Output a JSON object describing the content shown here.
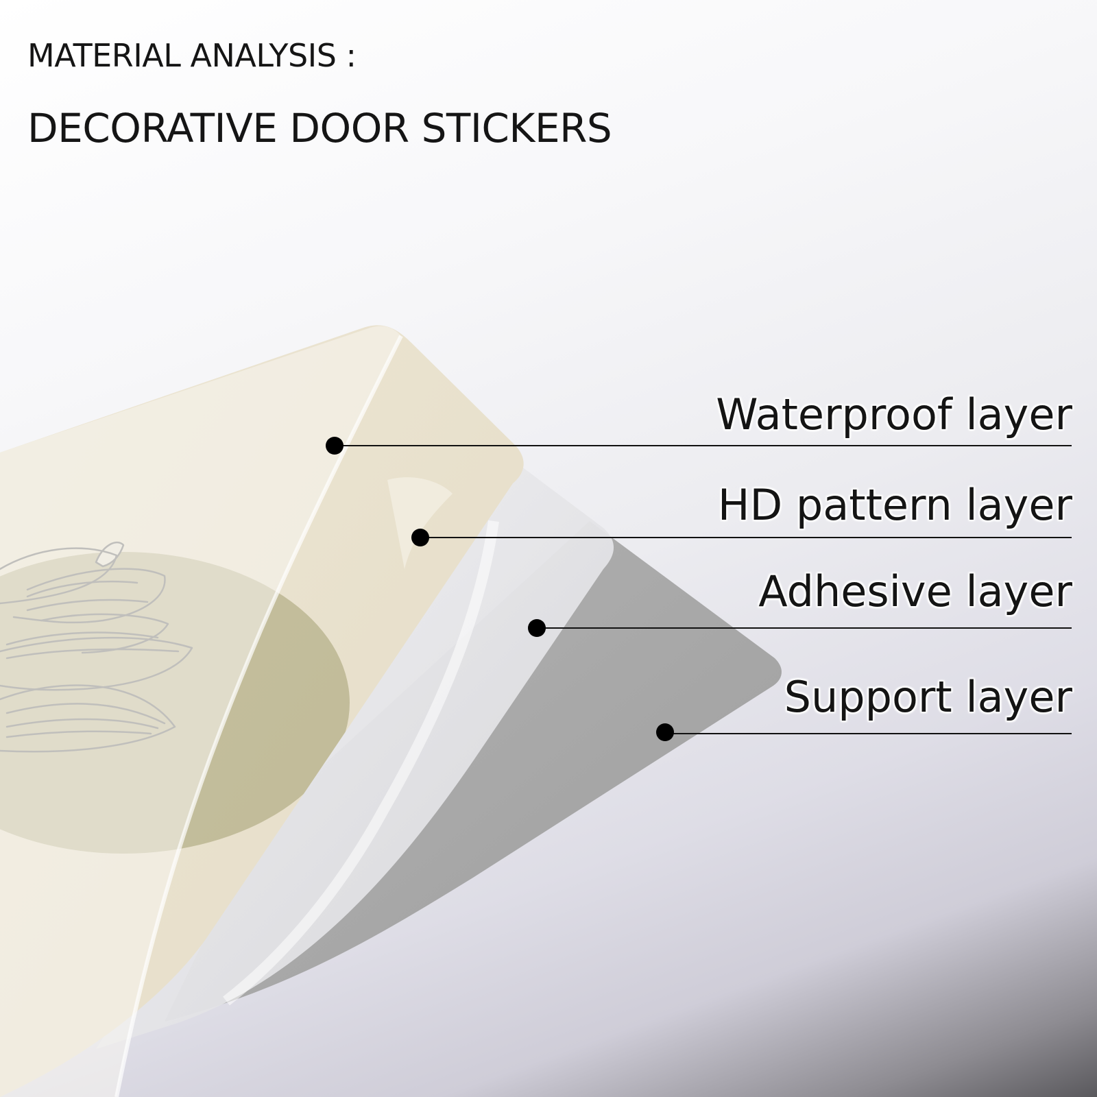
{
  "heading": {
    "line1": "MATERIAL ANALYSIS :",
    "line2": "DECORATIVE DOOR STICKERS"
  },
  "layers": [
    {
      "label": "Waterproof layer"
    },
    {
      "label": "HD pattern layer"
    },
    {
      "label": "Adhesive layer"
    },
    {
      "label": "Support layer"
    }
  ],
  "colors": {
    "background": "#f0f0f3",
    "support_layer": "#a9a9a9",
    "adhesive_layer": "#e3e3e6",
    "pattern_layer": "#e9e2d0",
    "pattern_circle": "#b5b08a",
    "waterproof_layer": "#f2efe6",
    "leader_line": "#111111",
    "text": "#151515"
  },
  "icons": [
    "lotus-flower-icon",
    "leader-dot"
  ]
}
